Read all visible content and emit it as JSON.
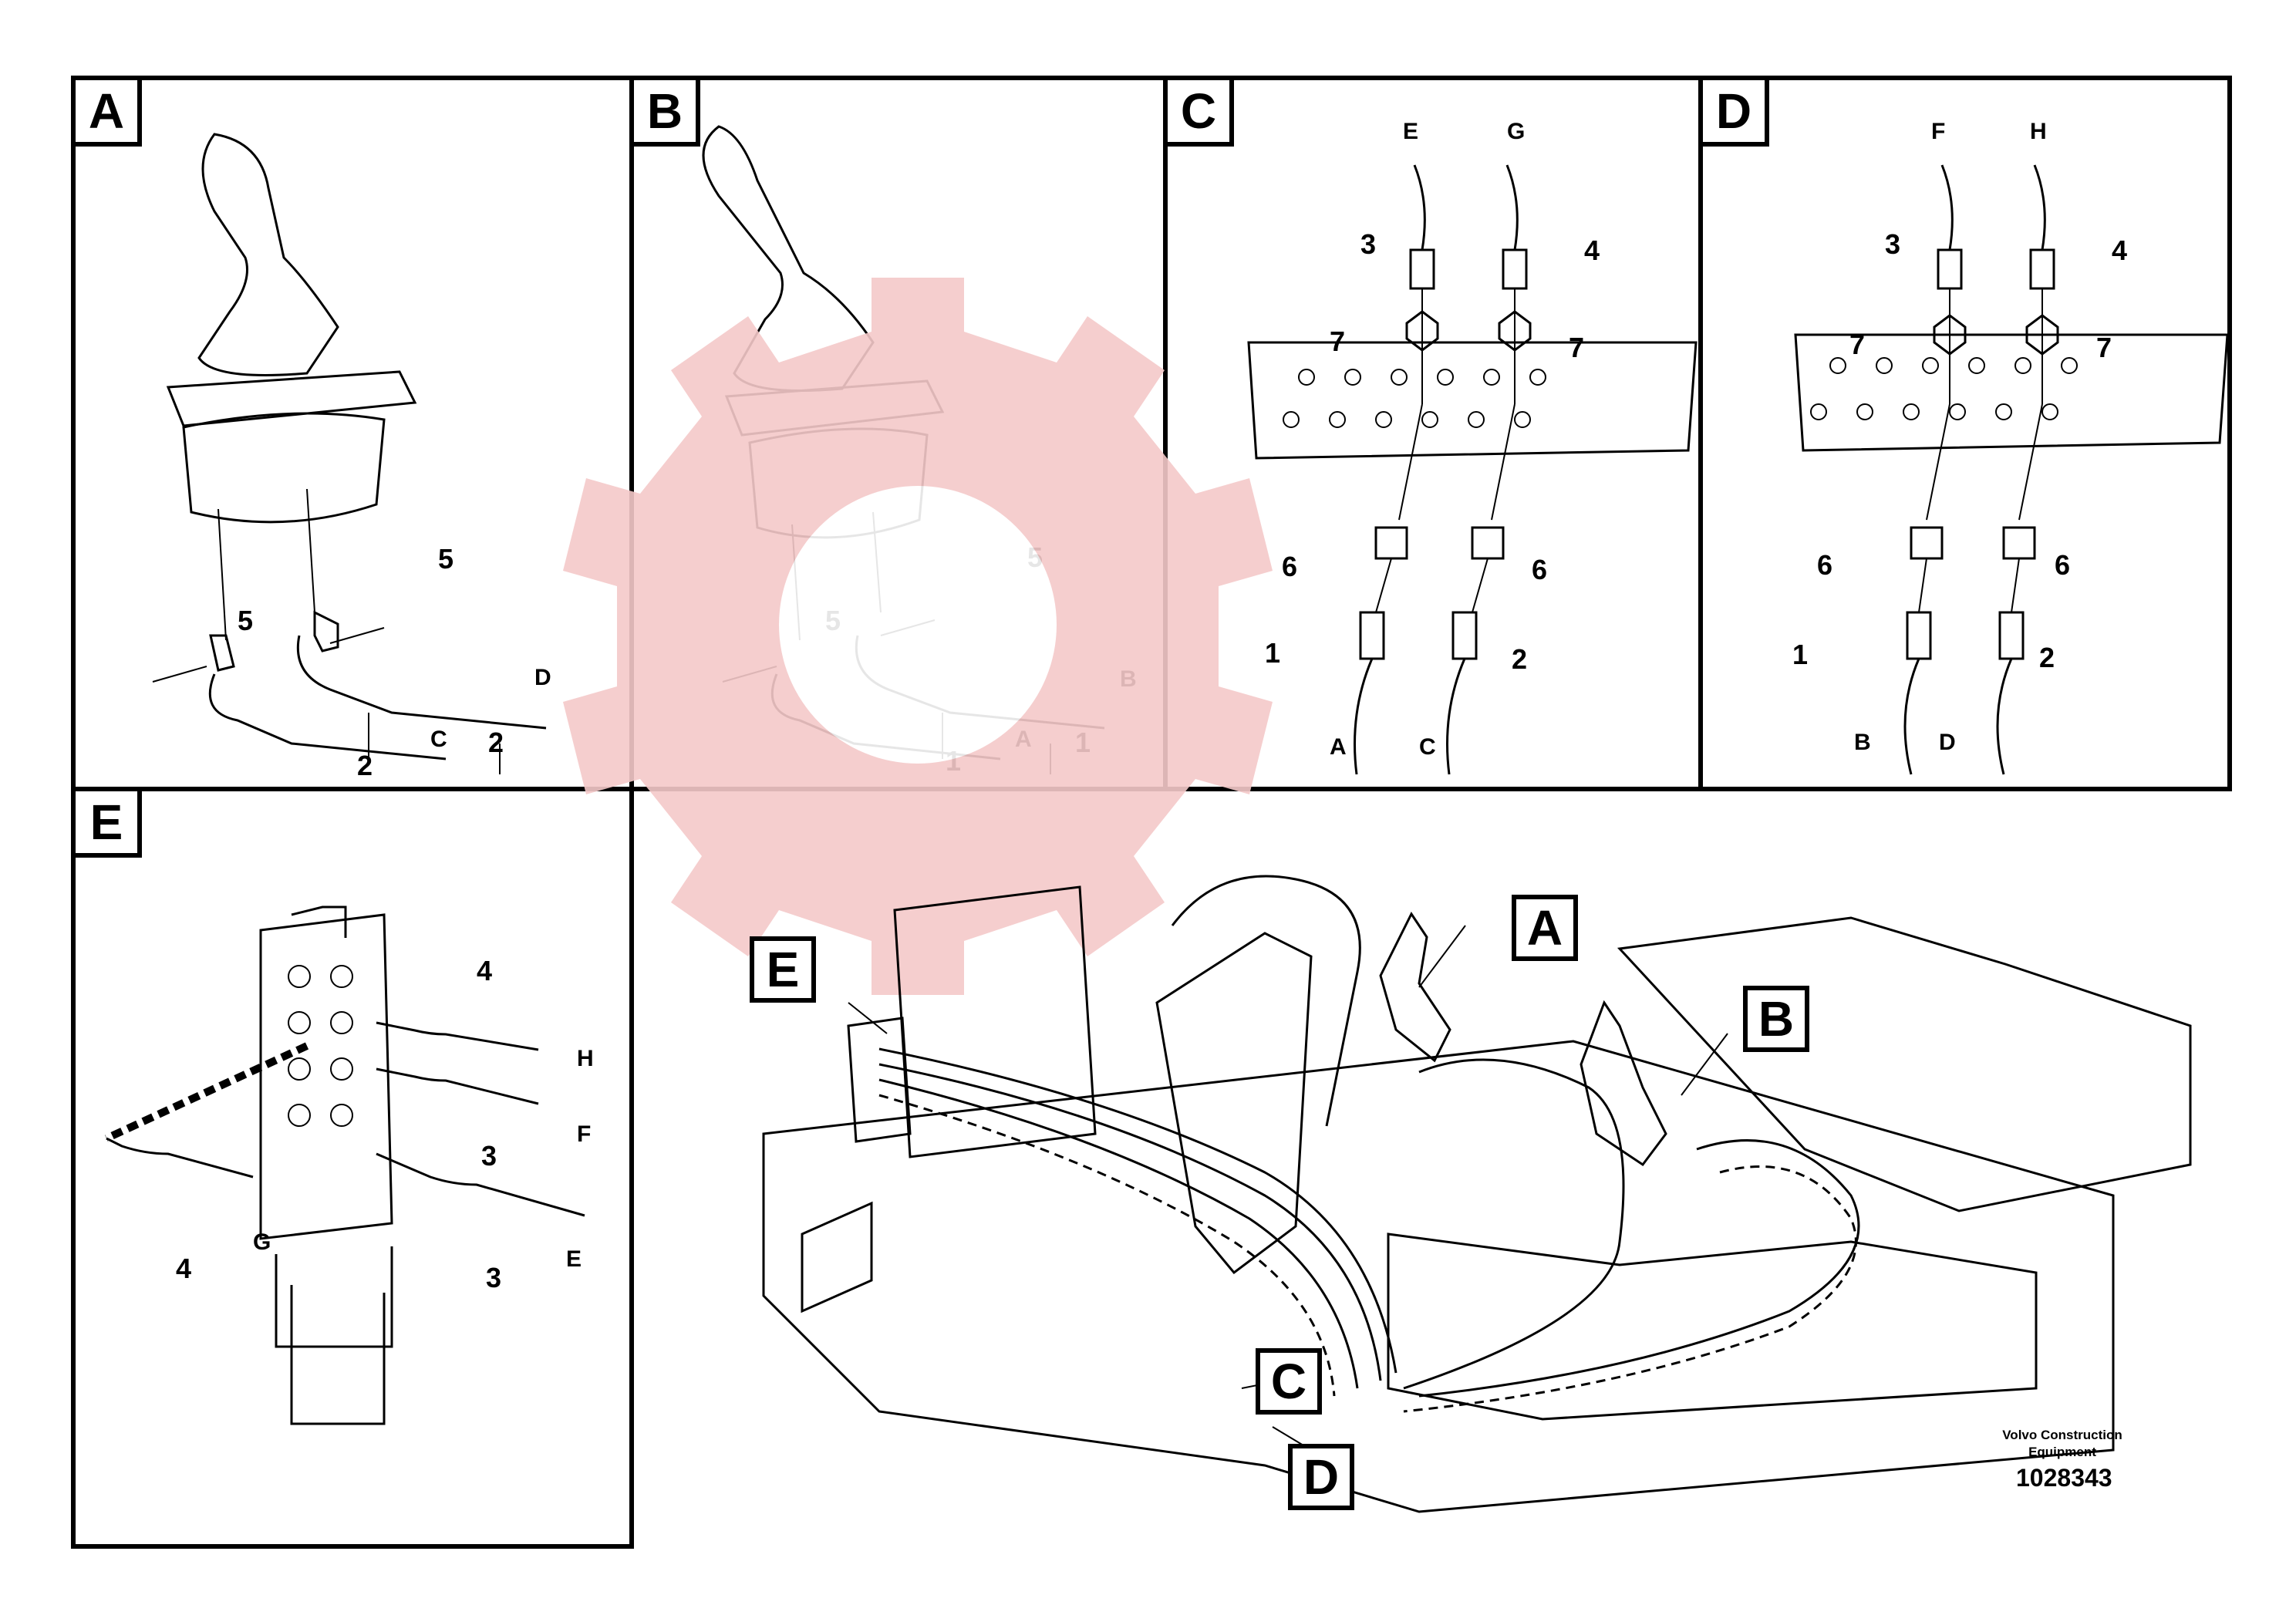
{
  "panels": {
    "A": {
      "tag": "A",
      "items": [
        "5",
        "5",
        "2",
        "2"
      ],
      "letters": [
        "C",
        "D"
      ]
    },
    "B": {
      "tag": "B",
      "items": [
        "5",
        "5",
        "1",
        "1"
      ],
      "letters": [
        "A",
        "B"
      ]
    },
    "C": {
      "tag": "C",
      "top": [
        "E",
        "G"
      ],
      "items": [
        "3",
        "4",
        "7",
        "7",
        "6",
        "6",
        "1",
        "2"
      ],
      "bottom": [
        "A",
        "C"
      ]
    },
    "D": {
      "tag": "D",
      "top": [
        "F",
        "H"
      ],
      "items": [
        "3",
        "4",
        "7",
        "7",
        "6",
        "6",
        "1",
        "2"
      ],
      "bottom": [
        "B",
        "D"
      ]
    },
    "E": {
      "tag": "E",
      "items": [
        "4",
        "3",
        "3",
        "4"
      ],
      "letters": [
        "H",
        "F",
        "E",
        "G"
      ]
    }
  },
  "overview": {
    "callouts": [
      "A",
      "B",
      "C",
      "D",
      "E"
    ]
  },
  "credit": {
    "line1": "Volvo Construction",
    "line2": "Equipment"
  },
  "doc_number": "1028343",
  "colors": {
    "line": "#000000",
    "watermark": "#f4c9c9",
    "watermark_text": "#d9d9d9"
  }
}
